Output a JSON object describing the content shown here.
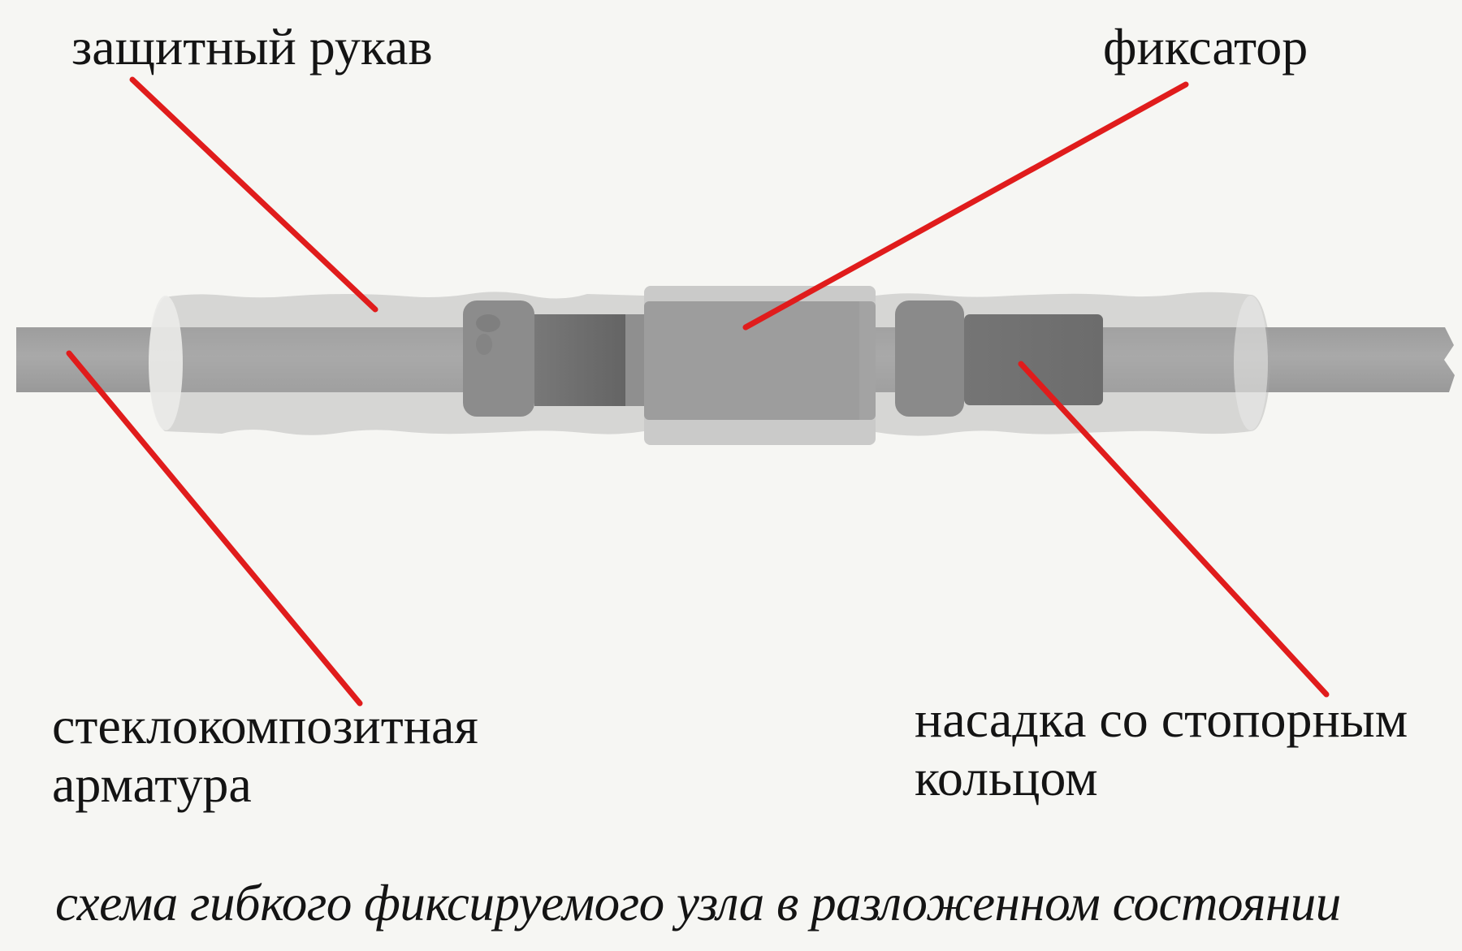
{
  "caption": "схема гибкого фиксируемого узла в разложенном состоянии",
  "annotations": {
    "protective_sleeve": {
      "text": "защитный рукав"
    },
    "fixator": {
      "text": "фиксатор"
    },
    "composite_rebar": {
      "lines": [
        "стеклокомпозитная",
        "арматура"
      ]
    },
    "locking_nozzle": {
      "lines": [
        "насадка со стопорным",
        "кольцом"
      ]
    }
  },
  "colors": {
    "background": "#f6f6f3",
    "text": "#141414",
    "leader-line": "#e01c1c",
    "rod-top": "#9d9d9d",
    "rod-mid": "#a9a9a9",
    "rod-bottom": "#999999",
    "sleeve-translucent": "rgba(170,170,170,0.42)",
    "sleeve-cap": "#ebebe9",
    "ring": "#8c8c8c",
    "ring-right": "#8a8a8a",
    "tube-left": "#787878",
    "tube-dark": "#646464",
    "tube-collar": "#8f8f8f",
    "nozzle": "#6c6c6c",
    "fixator-body": "#9d9d9d",
    "fixator-outer": "rgba(175,175,175,0.62)"
  }
}
